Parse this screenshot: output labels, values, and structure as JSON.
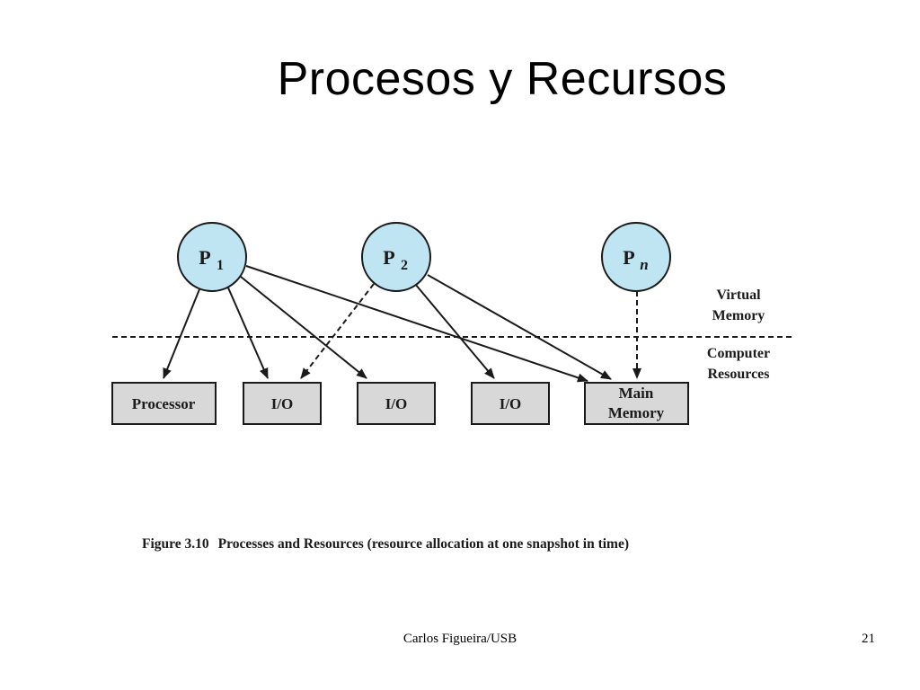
{
  "slide": {
    "title": "Procesos y Recursos",
    "footer": "Carlos Figueira/USB",
    "page_number": "21"
  },
  "diagram": {
    "processes": [
      {
        "letter": "P",
        "sub": "1"
      },
      {
        "letter": "P",
        "sub": "2"
      },
      {
        "letter": "P",
        "sub": "n"
      }
    ],
    "resources": {
      "processor": "Processor",
      "io1": "I/O",
      "io2": "I/O",
      "io3": "I/O",
      "memory_line1": "Main",
      "memory_line2": "Memory"
    },
    "labels": {
      "virtual_line1": "Virtual",
      "virtual_line2": "Memory",
      "computer_line1": "Computer",
      "computer_line2": "Resources"
    },
    "caption": {
      "number": "Figure 3.10",
      "text": "Processes and Resources (resource allocation at one snapshot in time)"
    },
    "colors": {
      "process_fill": "#bfe4f2",
      "resource_fill": "#d8d8d8",
      "stroke": "#1a1a1a"
    }
  }
}
